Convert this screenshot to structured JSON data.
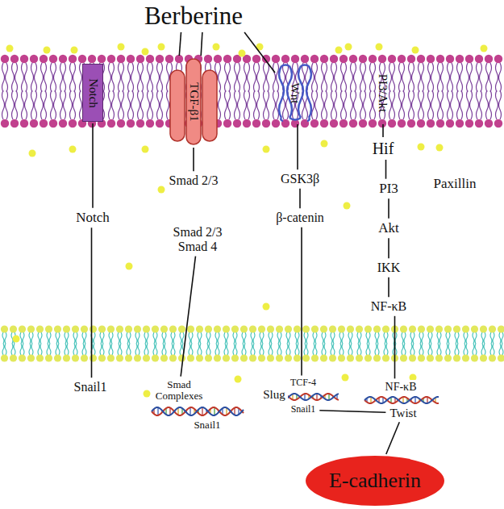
{
  "diagram": {
    "nodes": [
      {
        "text": [
          "Berberine"
        ]
      },
      {
        "text": [
          "Notch"
        ]
      },
      {
        "text": [
          "TGF-β1"
        ]
      },
      {
        "text": [
          "Wnt"
        ]
      },
      {
        "text": [
          "PI3/Akt"
        ]
      },
      {
        "text": [
          "Notch"
        ]
      },
      {
        "text": [
          "Smad 2/3"
        ]
      },
      {
        "text": [
          "Smad 2/3 Smad 4"
        ]
      },
      {
        "text": [
          "GSK3β"
        ]
      },
      {
        "text": [
          "β-catenin"
        ]
      },
      {
        "text": [
          "Hif"
        ]
      },
      {
        "text": [
          "PI3"
        ]
      },
      {
        "text": [
          "Paxillin"
        ]
      },
      {
        "text": [
          "Akt"
        ]
      },
      {
        "text": [
          "IKK"
        ]
      },
      {
        "text": [
          "NF-κB"
        ]
      },
      {
        "text": [
          "Snail1"
        ]
      },
      {
        "text": [
          "Smad Complexes"
        ]
      },
      {
        "text": [
          "Snail1"
        ]
      },
      {
        "text": [
          "Slug"
        ]
      },
      {
        "text": [
          "TCF-4"
        ]
      },
      {
        "text": [
          "Snail1"
        ]
      },
      {
        "text": [
          "NF-κB"
        ]
      },
      {
        "text": [
          "Twist"
        ]
      },
      {
        "text": [
          "E-cadherin"
        ]
      }
    ],
    "edges": [
      {
        "from": 0,
        "to": 2,
        "arrow": "none"
      },
      {
        "from": 0,
        "to": 2,
        "arrow": "none"
      },
      {
        "from": 0,
        "to": 3,
        "arrow": "none"
      },
      {
        "from": 1,
        "to": 5,
        "arrow": "none"
      },
      {
        "from": 5,
        "to": 16,
        "arrow": "none"
      },
      {
        "from": 2,
        "to": 6,
        "arrow": "none"
      },
      {
        "from": 7,
        "to": 17,
        "arrow": "none"
      },
      {
        "from": 3,
        "to": 8,
        "arrow": "none"
      },
      {
        "from": 8,
        "to": 9,
        "arrow": "none"
      },
      {
        "from": 9,
        "to": 20,
        "arrow": "none"
      },
      {
        "from": 4,
        "to": 10,
        "arrow": "none"
      },
      {
        "from": 10,
        "to": 11,
        "arrow": "none"
      },
      {
        "from": 11,
        "to": 13,
        "arrow": "none"
      },
      {
        "from": 13,
        "to": 14,
        "arrow": "none"
      },
      {
        "from": 14,
        "to": 15,
        "arrow": "none"
      },
      {
        "from": 15,
        "to": 22,
        "arrow": "none"
      },
      {
        "from": 21,
        "to": 23,
        "arrow": "none"
      },
      {
        "from": 23,
        "to": 24,
        "arrow": "none"
      }
    ]
  }
}
